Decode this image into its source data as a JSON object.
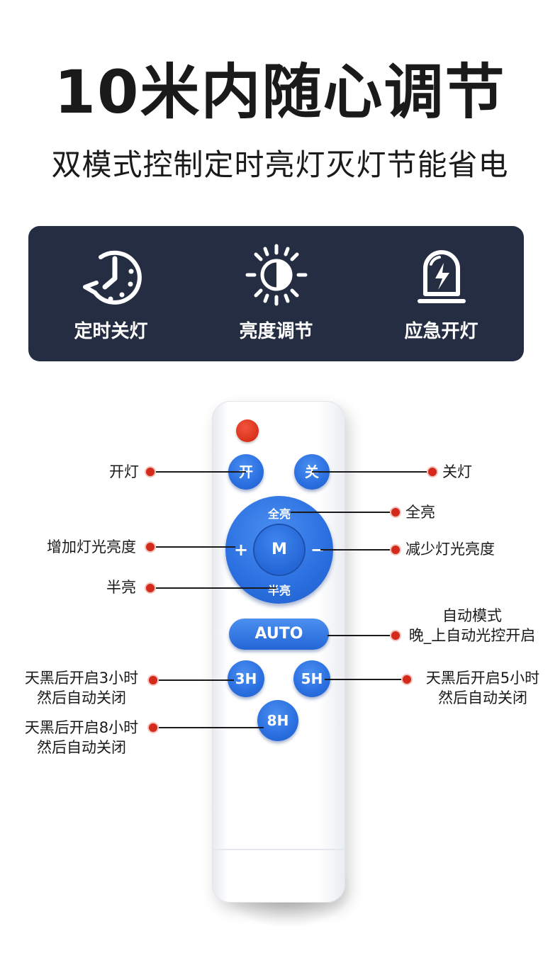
{
  "header": {
    "title": "10米内随心调节",
    "subtitle": "双模式控制定时亮灯灭灯节能省电"
  },
  "features": [
    {
      "label": "定时关灯",
      "icon": "timer-icon"
    },
    {
      "label": "亮度调节",
      "icon": "brightness-icon"
    },
    {
      "label": "应急开灯",
      "icon": "emergency-light-icon"
    }
  ],
  "remote": {
    "on": "开",
    "off": "关",
    "full": "全亮",
    "half": "半亮",
    "plus": "+",
    "minus": "−",
    "mode": "M",
    "auto": "AUTO",
    "b3": "3H",
    "b5": "5H",
    "b8": "8H"
  },
  "callouts": {
    "on": "开灯",
    "off": "关灯",
    "full": "全亮",
    "increase": "增加灯光亮度",
    "decrease": "减少灯光亮度",
    "half": "半亮",
    "auto_line1": "自动模式",
    "auto_line2": "晚_上自动光控开启",
    "h3_line1": "天黑后开启3小时",
    "h3_line2": "然后自动关闭",
    "h5_line1": "天黑后开启5小时",
    "h5_line2": "然后自动关闭",
    "h8_line1": "天黑后开启8小时",
    "h8_line2": "然后自动关闭"
  },
  "colors": {
    "panel": "#252d42",
    "button_blue": "#2a6fe0",
    "power_red": "#d9321c",
    "dot_red": "#d42a1c"
  }
}
